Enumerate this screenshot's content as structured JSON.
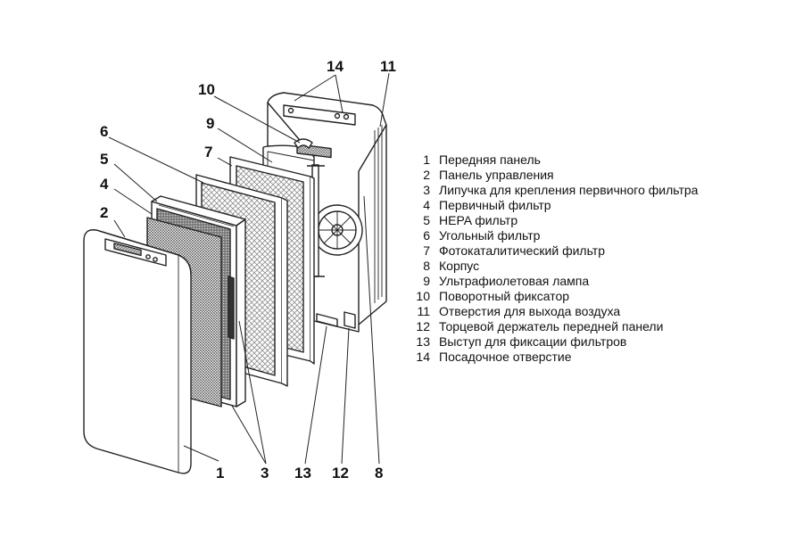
{
  "colors": {
    "line": "#222222",
    "fill": "#ffffff",
    "mesh": "#9a9a9a",
    "hepa": "#6e6e6e"
  },
  "callouts": {
    "c1": "1",
    "c2": "2",
    "c3": "3",
    "c4": "4",
    "c5": "5",
    "c6": "6",
    "c7": "7",
    "c8": "8",
    "c9": "9",
    "c10": "10",
    "c11": "11",
    "c12": "12",
    "c13": "13",
    "c14": "14"
  },
  "legend": [
    {
      "num": "1",
      "text": "Передняя панель"
    },
    {
      "num": "2",
      "text": "Панель управления"
    },
    {
      "num": "3",
      "text": "Липучка для крепления первичного фильтра"
    },
    {
      "num": "4",
      "text": "Первичный фильтр"
    },
    {
      "num": "5",
      "text": "HEPA фильтр"
    },
    {
      "num": "6",
      "text": "Угольный фильтр"
    },
    {
      "num": "7",
      "text": "Фотокаталитический фильтр"
    },
    {
      "num": "8",
      "text": "Корпус"
    },
    {
      "num": "9",
      "text": "Ультрафиолетовая лампа"
    },
    {
      "num": "10",
      "text": "Поворотный фиксатор"
    },
    {
      "num": "11",
      "text": "Отверстия для выхода воздуха"
    },
    {
      "num": "12",
      "text": "Торцевой держатель передней панели"
    },
    {
      "num": "13",
      "text": "Выступ для фиксации фильтров"
    },
    {
      "num": "14",
      "text": "Посадочное отверстие"
    }
  ]
}
